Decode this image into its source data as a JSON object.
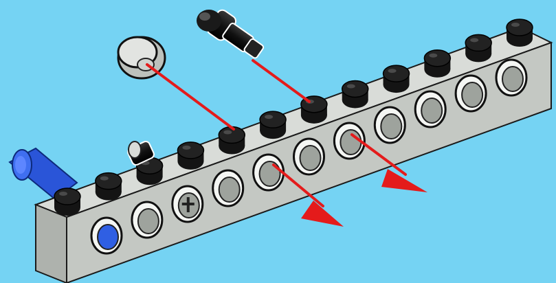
{
  "colors": {
    "background": "#75d3f3",
    "beam_top": "#d9dcd8",
    "beam_front": "#c4c8c3",
    "beam_end": "#aeb2ad",
    "stud": "#141414",
    "hole_rim": "#f4f6f3",
    "hole_inner": "#9ea39d",
    "arrow": "#e41b1b",
    "axle_pin": "#2f5fe3",
    "bush": "#d3d6d1",
    "friction_pin": "#111111"
  },
  "beam": {
    "stud_count": 12,
    "hole_count": 11,
    "hole_with_pin_index": 0,
    "hole_with_axle_index": 2
  },
  "icons": {
    "beam": "technic-beam-icon",
    "bush": "technic-bush-icon",
    "pin": "technic-friction-pin-icon",
    "axle_pin": "technic-axle-pin-icon",
    "arrow": "assembly-arrow-icon"
  }
}
